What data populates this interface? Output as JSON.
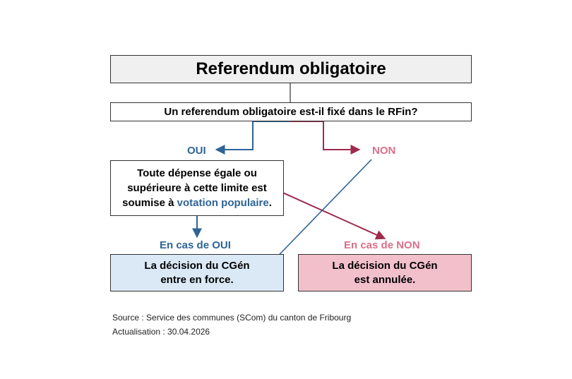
{
  "title": "Referendum obligatoire",
  "question": "Un referendum obligatoire est-il fixé dans le RFin?",
  "branches": {
    "yes_label": "OUI",
    "no_label": "NON"
  },
  "rule": {
    "line1": "Toute dépense égale ou",
    "line2": "supérieure à cette limite est",
    "line3_prefix": "soumise à ",
    "line3_highlight": "votation populaire",
    "line3_suffix": "."
  },
  "outcomes": {
    "if_yes_label": "En cas de OUI",
    "if_no_label": "En cas de NON",
    "yes_result_line1": "La décision du CGén",
    "yes_result_line2": "entre en force.",
    "no_result_line1": "La décision du CGén",
    "no_result_line2": "est annulée."
  },
  "footer": {
    "source": "Source : Service des communes (SCom) du canton de Fribourg",
    "updated": "Actualisation : 30.04.2026"
  },
  "colors": {
    "yes": "#2e6496",
    "no_text": "#d9708a",
    "no_line": "#9e2b4e",
    "title_bg": "#f0f0f0",
    "yes_bg": "#dbe9f7",
    "no_bg": "#f2c0cb"
  }
}
